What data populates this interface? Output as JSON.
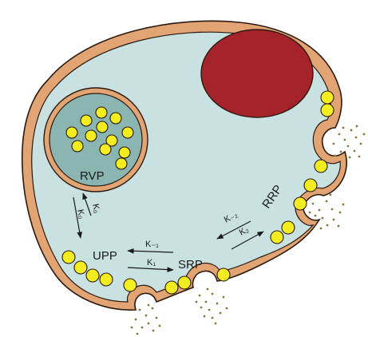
{
  "labels": {
    "rvp": "RVP",
    "upp": "UPP",
    "srp": "SRP",
    "rrp": "RRP"
  },
  "rates": {
    "k0": "K₀",
    "k_minus0": "K₀",
    "k1": "K₁",
    "k_minus1": "K₋₁",
    "k2": "K₂",
    "k_minus2": "K₋₂"
  },
  "colors": {
    "cell_fill": "#c9e1e1",
    "membrane": "#e3a474",
    "membrane_outline": "#2a1a10",
    "nucleus": "#a5232a",
    "vesicle": "#f3ec1f",
    "endosome_fill": "#8bb5b0",
    "released_particles": "#8a7a3a"
  }
}
